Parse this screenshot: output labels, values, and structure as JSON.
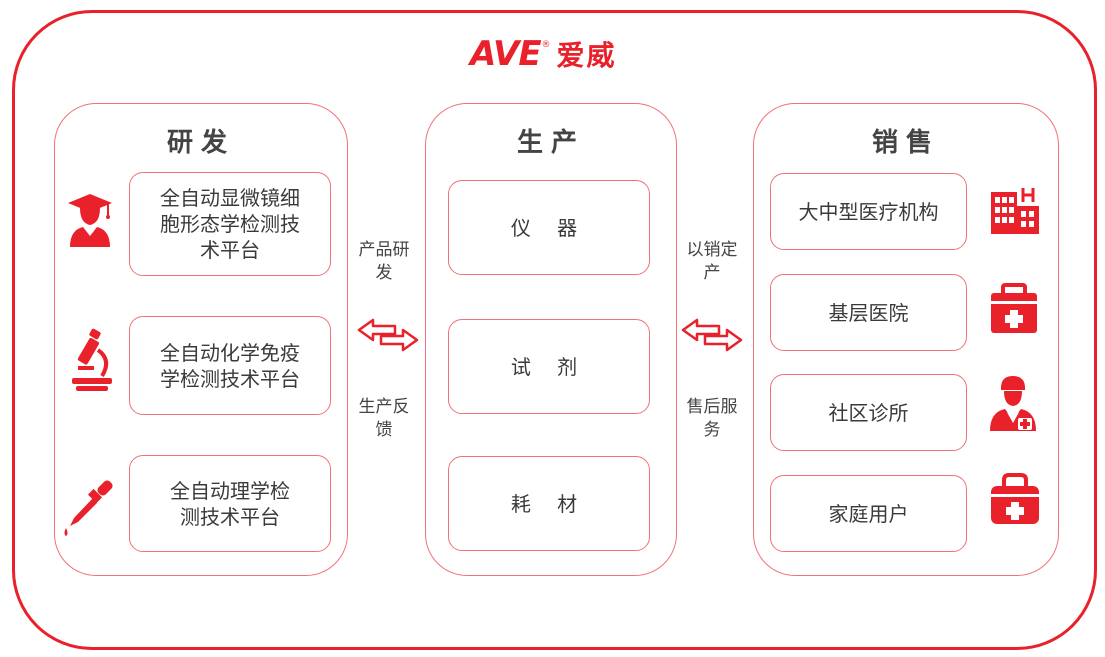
{
  "brand": {
    "logo_latin": "AVE",
    "logo_cn": "爱威",
    "reg_mark": "®",
    "color": "#e8212b"
  },
  "panels": {
    "research": {
      "title": "研发",
      "items": [
        {
          "label": "全自动显微镜细胞形态学检测技术平台",
          "icon": "graduate-icon"
        },
        {
          "label": "全自动化学免疫学检测技术平台",
          "icon": "microscope-icon"
        },
        {
          "label": "全自动理学检测技术平台",
          "icon": "dropper-icon"
        }
      ]
    },
    "production": {
      "title": "生产",
      "items": [
        {
          "label": "仪 器"
        },
        {
          "label": "试 剂"
        },
        {
          "label": "耗 材"
        }
      ]
    },
    "sales": {
      "title": "销售",
      "items": [
        {
          "label": "大中型医疗机构",
          "icon": "hospital-building-icon"
        },
        {
          "label": "基层医院",
          "icon": "medical-kit-icon"
        },
        {
          "label": "社区诊所",
          "icon": "doctor-icon"
        },
        {
          "label": "家庭用户",
          "icon": "first-aid-bag-icon"
        }
      ]
    }
  },
  "connectors": {
    "left_top": "产品研发",
    "left_bottom": "生产反馈",
    "right_top": "以销定产",
    "right_bottom": "售后服务"
  }
}
